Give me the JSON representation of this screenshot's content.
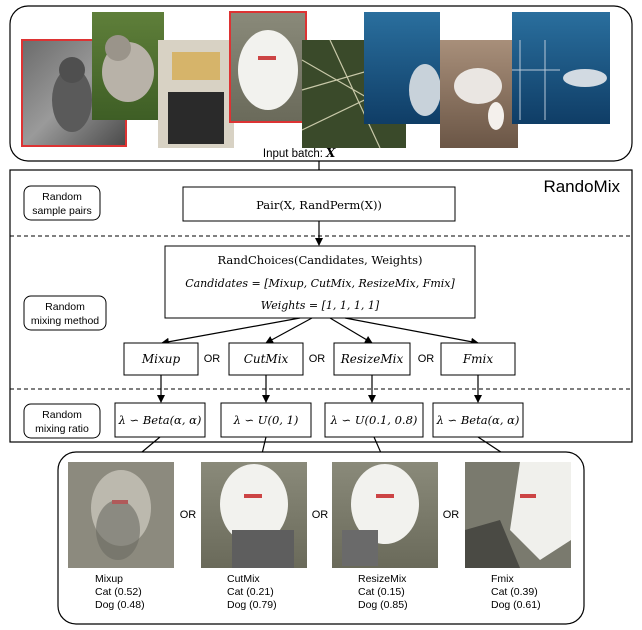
{
  "input_caption_prefix": "Input batch: ",
  "input_caption_symbol": "X",
  "title": "RandoMix",
  "steps": [
    {
      "label_line1": "Random",
      "label_line2": "sample pairs"
    },
    {
      "label_line1": "Random",
      "label_line2": "mixing method"
    },
    {
      "label_line1": "Random",
      "label_line2": "mixing ratio"
    }
  ],
  "pair_formula": "Pair(X, RandPerm(X))",
  "randchoices": {
    "line1": "RandChoices(Candidates, Weights)",
    "line2": "Candidates = [Mixup, CutMix, ResizeMix, Fmix]",
    "line3": "Weights = [1, 1, 1, 1]"
  },
  "methods": [
    "Mixup",
    "CutMix",
    "ResizeMix",
    "Fmix"
  ],
  "or_label": "OR",
  "ratios": [
    "λ ∽ Beta(α, α)",
    "λ ∽ U(0, 1)",
    "λ ∽ U(0.1, 0.8)",
    "λ ∽ Beta(α, α)"
  ],
  "results": [
    {
      "name": "Mixup",
      "cat": "Cat (0.52)",
      "dog": "Dog (0.48)"
    },
    {
      "name": "CutMix",
      "cat": "Cat (0.21)",
      "dog": "Dog (0.79)"
    },
    {
      "name": "ResizeMix",
      "cat": "Cat (0.15)",
      "dog": "Dog (0.85)"
    },
    {
      "name": "Fmix",
      "cat": "Cat (0.39)",
      "dog": "Dog (0.61)"
    }
  ]
}
